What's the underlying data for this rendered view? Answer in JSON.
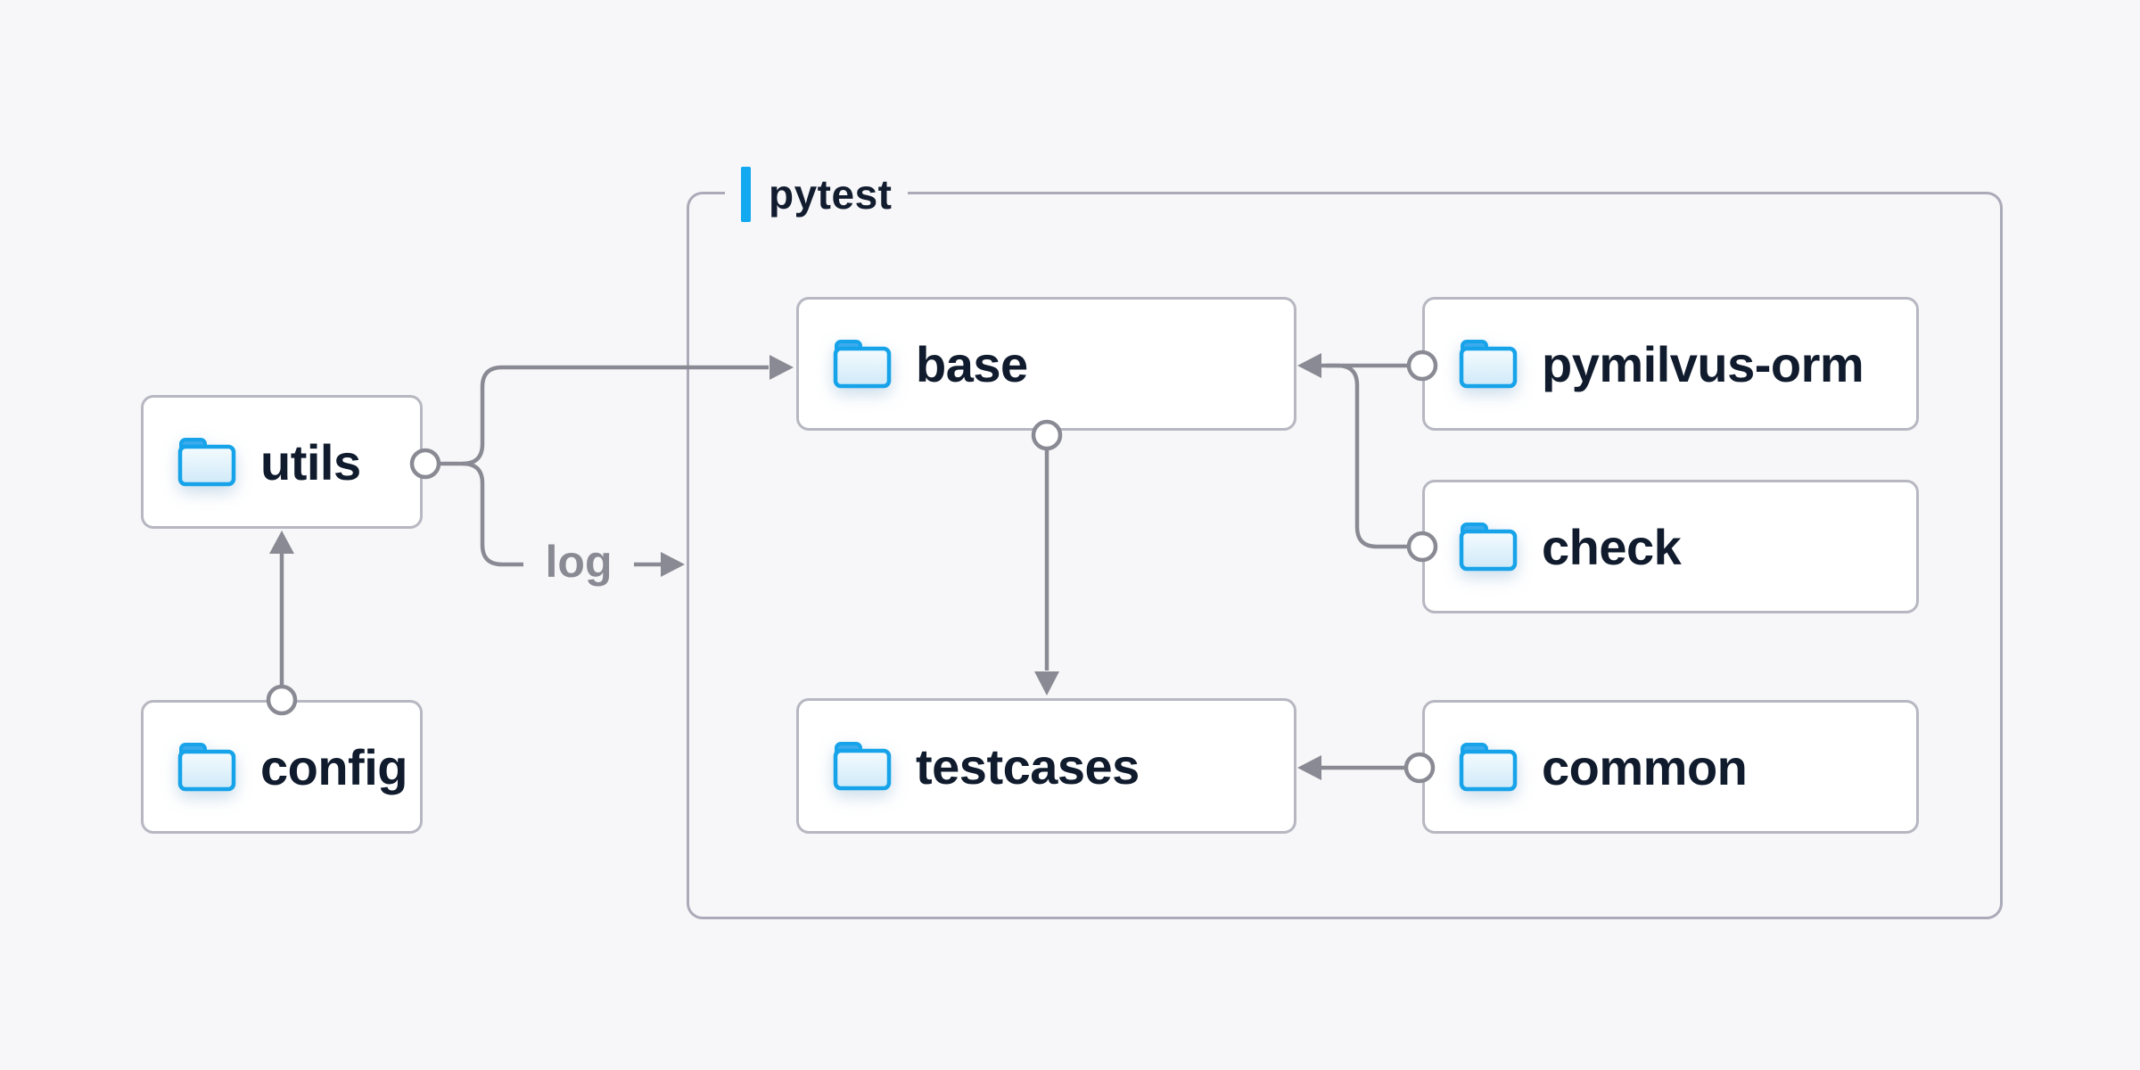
{
  "diagram": {
    "title_group": {
      "label": "pytest"
    },
    "nodes": [
      {
        "id": "utils",
        "label": "utils",
        "icon": "folder-icon",
        "group": null
      },
      {
        "id": "config",
        "label": "config",
        "icon": "folder-icon",
        "group": null
      },
      {
        "id": "base",
        "label": "base",
        "icon": "folder-icon",
        "group": "pytest"
      },
      {
        "id": "pymilvus-orm",
        "label": "pymilvus-orm",
        "icon": "folder-icon",
        "group": "pytest"
      },
      {
        "id": "check",
        "label": "check",
        "icon": "folder-icon",
        "group": "pytest"
      },
      {
        "id": "testcases",
        "label": "testcases",
        "icon": "folder-icon",
        "group": "pytest"
      },
      {
        "id": "common",
        "label": "common",
        "icon": "folder-icon",
        "group": "pytest"
      }
    ],
    "edges": [
      {
        "from": "config",
        "to": "utils",
        "label": ""
      },
      {
        "from": "utils",
        "to": "base",
        "label": ""
      },
      {
        "from": "utils",
        "to": "pytest",
        "label": "log"
      },
      {
        "from": "pymilvus-orm",
        "to": "base",
        "label": ""
      },
      {
        "from": "check",
        "to": "base",
        "label": ""
      },
      {
        "from": "base",
        "to": "testcases",
        "label": ""
      },
      {
        "from": "common",
        "to": "testcases",
        "label": ""
      }
    ],
    "colors": {
      "background": "#f7f7f9",
      "node_fill": "#ffffff",
      "node_border": "#b7b7c2",
      "group_border": "#abaab8",
      "line_gray": "#8a8a94",
      "text_dark": "#101b2d",
      "accent_blue": "#12a9f0",
      "folder_stroke": "#16a3e9",
      "folder_tab": "#3cabed",
      "folder_body_light": "#eef8fd",
      "folder_body_dark": "#cfe9f8"
    }
  }
}
